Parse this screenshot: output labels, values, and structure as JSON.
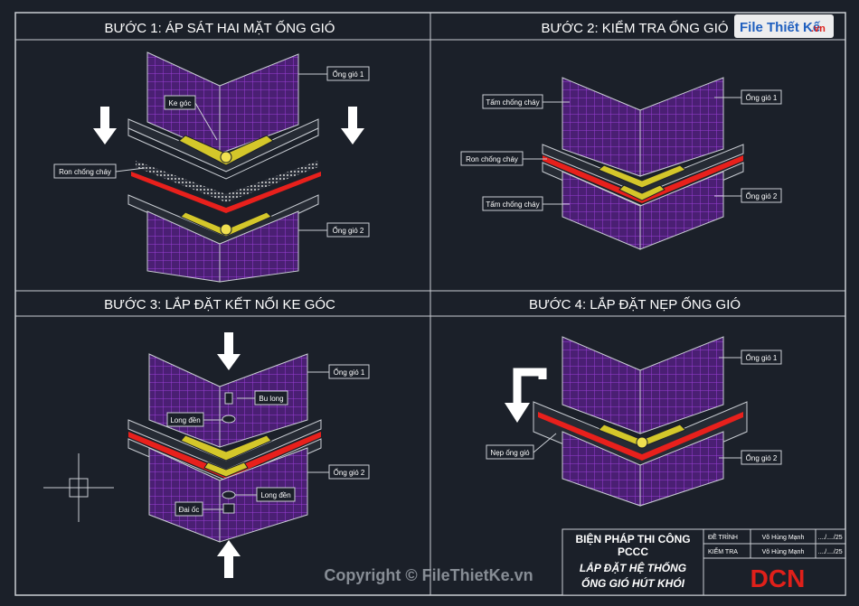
{
  "steps": [
    {
      "title": "BƯỚC 1: ÁP SÁT HAI MẶT ỐNG GIÓ"
    },
    {
      "title": "BƯỚC 2: KIỂM TRA ỐNG GIÓ"
    },
    {
      "title": "BƯỚC 3: LẮP ĐẶT KẾT NỐI KE GÓC"
    },
    {
      "title": "BƯỚC 4: LẮP ĐẶT NẸP ỐNG GIÓ"
    }
  ],
  "labels": {
    "s1_duct1": "Ống gió 1",
    "s1_bracket": "Ke góc",
    "s1_gasket": "Ron chống cháy",
    "s1_duct2": "Ống gió 2",
    "s2_plate_top": "Tấm chống cháy",
    "s2_gasket": "Ron chống cháy",
    "s2_plate_bottom": "Tấm chống cháy",
    "s2_duct1": "Ống gió 1",
    "s2_duct2": "Ống gió 2",
    "s3_duct1": "Ống gió 1",
    "s3_bolt": "Bu long",
    "s3_washer_top": "Long đền",
    "s3_duct2": "Ống gió 2",
    "s3_washer_bottom": "Long đền",
    "s3_nut": "Đai ốc",
    "s4_duct1": "Ống gió 1",
    "s4_clamp": "Nẹp ống gió",
    "s4_duct2": "Ống gió 2"
  },
  "title_block": {
    "line1": "BIỆN PHÁP THI CÔNG",
    "line2": "PCCC",
    "line3": "LẮP ĐẶT HỆ THỐNG",
    "line4": "ỐNG GIÓ HÚT KHÓI",
    "row1_label": "ĐỀ TRÌNH",
    "row1_name": "Võ Hùng Mạnh",
    "row1_date": "..../..../25",
    "row2_label": "KIỂM TRA",
    "row2_name": "Võ Hùng Mạnh",
    "row2_date": "..../..../25",
    "logo": "DCN"
  },
  "watermark": {
    "logo_text": "File Thiết Kế",
    "logo_suffix": ".vn",
    "copyright": "Copyright © FileThietKe.vn"
  },
  "colors": {
    "background": "#1b2029",
    "frame": "#c9cdd3",
    "duct_fill": "#4a1f73",
    "duct_grid": "#9a3fd6",
    "gasket": "#e8201c",
    "bracket": "#d4c72a",
    "logo_red": "#e0201a"
  }
}
